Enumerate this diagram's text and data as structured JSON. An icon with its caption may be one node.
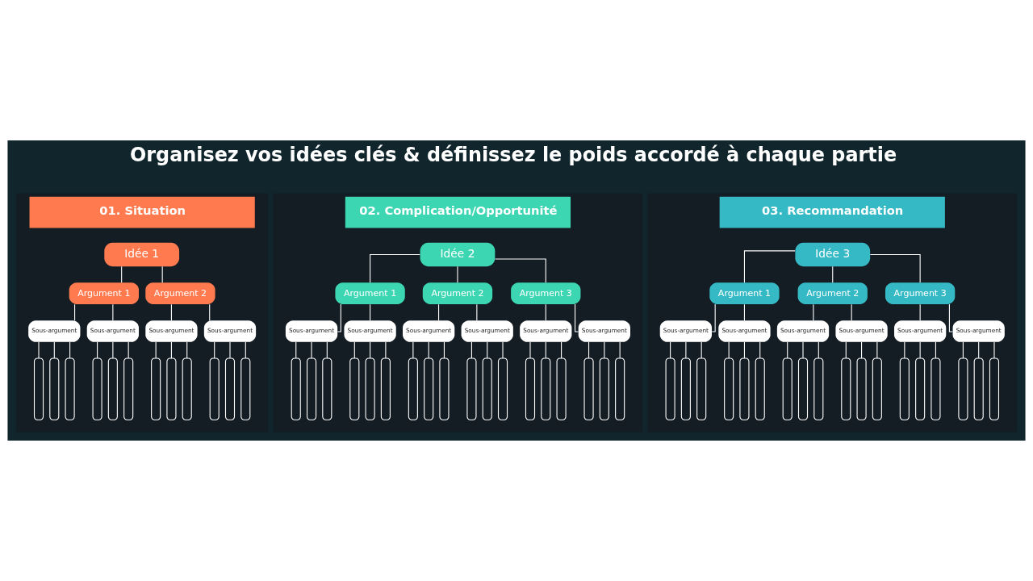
{
  "diagram": {
    "title": "Organisez vos idées clés & définissez le poids accordé à chaque partie",
    "nodes": [
      {
        "text": [
          "01. Situation"
        ]
      },
      {
        "text": [
          "Idée 1"
        ],
        "in": 0
      },
      {
        "text": [
          "Argument 1"
        ],
        "in": 0
      },
      {
        "text": [
          "Argument 2"
        ],
        "in": 0
      },
      {
        "text": [
          "Sous-argument"
        ],
        "in": 0
      },
      {
        "text": [
          "Sous-argument"
        ],
        "in": 0
      },
      {
        "text": [
          "Sous-argument"
        ],
        "in": 0
      },
      {
        "text": [
          "Sous-argument"
        ],
        "in": 0
      },
      {
        "text": [],
        "shape": "bar",
        "in": 0
      },
      {
        "text": [],
        "shape": "bar",
        "in": 0
      },
      {
        "text": [],
        "shape": "bar",
        "in": 0
      },
      {
        "text": [],
        "shape": "bar",
        "in": 0
      },
      {
        "text": [],
        "shape": "bar",
        "in": 0
      },
      {
        "text": [],
        "shape": "bar",
        "in": 0
      },
      {
        "text": [],
        "shape": "bar",
        "in": 0
      },
      {
        "text": [],
        "shape": "bar",
        "in": 0
      },
      {
        "text": [],
        "shape": "bar",
        "in": 0
      },
      {
        "text": [],
        "shape": "bar",
        "in": 0
      },
      {
        "text": [],
        "shape": "bar",
        "in": 0
      },
      {
        "text": [],
        "shape": "bar",
        "in": 0
      },
      {
        "text": [
          "02. Complication/Opportunité"
        ]
      },
      {
        "text": [
          "Idée 2"
        ],
        "in": 20
      },
      {
        "text": [
          "Argument 1"
        ],
        "in": 20
      },
      {
        "text": [
          "Argument 2"
        ],
        "in": 20
      },
      {
        "text": [
          "Argument 3"
        ],
        "in": 20
      },
      {
        "text": [
          "Sous-argument"
        ],
        "in": 20
      },
      {
        "text": [
          "Sous-argument"
        ],
        "in": 20
      },
      {
        "text": [
          "Sous-argument"
        ],
        "in": 20
      },
      {
        "text": [
          "Sous-argument"
        ],
        "in": 20
      },
      {
        "text": [
          "Sous-argument"
        ],
        "in": 20
      },
      {
        "text": [
          "Sous-argument"
        ],
        "in": 20
      },
      {
        "text": [],
        "shape": "bar",
        "in": 20
      },
      {
        "text": [],
        "shape": "bar",
        "in": 20
      },
      {
        "text": [],
        "shape": "bar",
        "in": 20
      },
      {
        "text": [],
        "shape": "bar",
        "in": 20
      },
      {
        "text": [],
        "shape": "bar",
        "in": 20
      },
      {
        "text": [],
        "shape": "bar",
        "in": 20
      },
      {
        "text": [],
        "shape": "bar",
        "in": 20
      },
      {
        "text": [],
        "shape": "bar",
        "in": 20
      },
      {
        "text": [],
        "shape": "bar",
        "in": 20
      },
      {
        "text": [],
        "shape": "bar",
        "in": 20
      },
      {
        "text": [],
        "shape": "bar",
        "in": 20
      },
      {
        "text": [],
        "shape": "bar",
        "in": 20
      },
      {
        "text": [],
        "shape": "bar",
        "in": 20
      },
      {
        "text": [],
        "shape": "bar",
        "in": 20
      },
      {
        "text": [],
        "shape": "bar",
        "in": 20
      },
      {
        "text": [],
        "shape": "bar",
        "in": 20
      },
      {
        "text": [],
        "shape": "bar",
        "in": 20
      },
      {
        "text": [],
        "shape": "bar",
        "in": 20
      },
      {
        "text": [
          "03. Recommandation"
        ]
      },
      {
        "text": [
          "Idée 3"
        ],
        "in": 49
      },
      {
        "text": [
          "Argument 1"
        ],
        "in": 49
      },
      {
        "text": [
          "Argument 2"
        ],
        "in": 49
      },
      {
        "text": [
          "Argument 3"
        ],
        "in": 49
      },
      {
        "text": [
          "Sous-argument"
        ],
        "in": 49
      },
      {
        "text": [
          "Sous-argument"
        ],
        "in": 49
      },
      {
        "text": [
          "Sous-argument"
        ],
        "in": 49
      },
      {
        "text": [
          "Sous-argument"
        ],
        "in": 49
      },
      {
        "text": [
          "Sous-argument"
        ],
        "in": 49
      },
      {
        "text": [
          "Sous-argument"
        ],
        "in": 49
      },
      {
        "text": [],
        "shape": "bar",
        "in": 49
      },
      {
        "text": [],
        "shape": "bar",
        "in": 49
      },
      {
        "text": [],
        "shape": "bar",
        "in": 49
      },
      {
        "text": [],
        "shape": "bar",
        "in": 49
      },
      {
        "text": [],
        "shape": "bar",
        "in": 49
      },
      {
        "text": [],
        "shape": "bar",
        "in": 49
      },
      {
        "text": [],
        "shape": "bar",
        "in": 49
      },
      {
        "text": [],
        "shape": "bar",
        "in": 49
      },
      {
        "text": [],
        "shape": "bar",
        "in": 49
      },
      {
        "text": [],
        "shape": "bar",
        "in": 49
      },
      {
        "text": [],
        "shape": "bar",
        "in": 49
      },
      {
        "text": [],
        "shape": "bar",
        "in": 49
      },
      {
        "text": [],
        "shape": "bar",
        "in": 49
      },
      {
        "text": [],
        "shape": "bar",
        "in": 49
      },
      {
        "text": [],
        "shape": "bar",
        "in": 49
      },
      {
        "text": [],
        "shape": "bar",
        "in": 49
      },
      {
        "text": [],
        "shape": "bar",
        "in": 49
      },
      {
        "text": [],
        "shape": "bar",
        "in": 49
      }
    ],
    "edges": [
      {
        "from": 1,
        "to": 2,
        "arrow": "none"
      },
      {
        "from": 1,
        "to": 3,
        "arrow": "none"
      },
      {
        "from": 2,
        "to": 4,
        "arrow": "none"
      },
      {
        "from": 2,
        "to": 5,
        "arrow": "none"
      },
      {
        "from": 3,
        "to": 6,
        "arrow": "none"
      },
      {
        "from": 3,
        "to": 7,
        "arrow": "none"
      },
      {
        "from": 4,
        "to": 8,
        "arrow": "none"
      },
      {
        "from": 4,
        "to": 9,
        "arrow": "none"
      },
      {
        "from": 4,
        "to": 10,
        "arrow": "none"
      },
      {
        "from": 5,
        "to": 11,
        "arrow": "none"
      },
      {
        "from": 5,
        "to": 12,
        "arrow": "none"
      },
      {
        "from": 5,
        "to": 13,
        "arrow": "none"
      },
      {
        "from": 6,
        "to": 14,
        "arrow": "none"
      },
      {
        "from": 6,
        "to": 15,
        "arrow": "none"
      },
      {
        "from": 6,
        "to": 16,
        "arrow": "none"
      },
      {
        "from": 7,
        "to": 17,
        "arrow": "none"
      },
      {
        "from": 7,
        "to": 18,
        "arrow": "none"
      },
      {
        "from": 7,
        "to": 19,
        "arrow": "none"
      },
      {
        "from": 21,
        "to": 22,
        "arrow": "none"
      },
      {
        "from": 21,
        "to": 23,
        "arrow": "none"
      },
      {
        "from": 21,
        "to": 24,
        "arrow": "none"
      },
      {
        "from": 22,
        "to": 25,
        "arrow": "none"
      },
      {
        "from": 22,
        "to": 26,
        "arrow": "none"
      },
      {
        "from": 23,
        "to": 27,
        "arrow": "none"
      },
      {
        "from": 23,
        "to": 28,
        "arrow": "none"
      },
      {
        "from": 24,
        "to": 29,
        "arrow": "none"
      },
      {
        "from": 24,
        "to": 30,
        "arrow": "none"
      },
      {
        "from": 25,
        "to": 31,
        "arrow": "none"
      },
      {
        "from": 25,
        "to": 32,
        "arrow": "none"
      },
      {
        "from": 25,
        "to": 33,
        "arrow": "none"
      },
      {
        "from": 26,
        "to": 34,
        "arrow": "none"
      },
      {
        "from": 26,
        "to": 35,
        "arrow": "none"
      },
      {
        "from": 26,
        "to": 36,
        "arrow": "none"
      },
      {
        "from": 27,
        "to": 37,
        "arrow": "none"
      },
      {
        "from": 27,
        "to": 38,
        "arrow": "none"
      },
      {
        "from": 27,
        "to": 39,
        "arrow": "none"
      },
      {
        "from": 28,
        "to": 40,
        "arrow": "none"
      },
      {
        "from": 28,
        "to": 41,
        "arrow": "none"
      },
      {
        "from": 28,
        "to": 42,
        "arrow": "none"
      },
      {
        "from": 29,
        "to": 43,
        "arrow": "none"
      },
      {
        "from": 29,
        "to": 44,
        "arrow": "none"
      },
      {
        "from": 29,
        "to": 45,
        "arrow": "none"
      },
      {
        "from": 30,
        "to": 46,
        "arrow": "none"
      },
      {
        "from": 30,
        "to": 47,
        "arrow": "none"
      },
      {
        "from": 30,
        "to": 48,
        "arrow": "none"
      },
      {
        "from": 50,
        "to": 51,
        "arrow": "none"
      },
      {
        "from": 50,
        "to": 52,
        "arrow": "none"
      },
      {
        "from": 50,
        "to": 53,
        "arrow": "none"
      },
      {
        "from": 51,
        "to": 54,
        "arrow": "none"
      },
      {
        "from": 51,
        "to": 55,
        "arrow": "none"
      },
      {
        "from": 52,
        "to": 56,
        "arrow": "none"
      },
      {
        "from": 52,
        "to": 57,
        "arrow": "none"
      },
      {
        "from": 53,
        "to": 58,
        "arrow": "none"
      },
      {
        "from": 53,
        "to": 59,
        "arrow": "none"
      },
      {
        "from": 54,
        "to": 60,
        "arrow": "none"
      },
      {
        "from": 54,
        "to": 61,
        "arrow": "none"
      },
      {
        "from": 54,
        "to": 62,
        "arrow": "none"
      },
      {
        "from": 55,
        "to": 63,
        "arrow": "none"
      },
      {
        "from": 55,
        "to": 64,
        "arrow": "none"
      },
      {
        "from": 55,
        "to": 65,
        "arrow": "none"
      },
      {
        "from": 56,
        "to": 66,
        "arrow": "none"
      },
      {
        "from": 56,
        "to": 67,
        "arrow": "none"
      },
      {
        "from": 56,
        "to": 68,
        "arrow": "none"
      },
      {
        "from": 57,
        "to": 69,
        "arrow": "none"
      },
      {
        "from": 57,
        "to": 70,
        "arrow": "none"
      },
      {
        "from": 57,
        "to": 71,
        "arrow": "none"
      },
      {
        "from": 58,
        "to": 72,
        "arrow": "none"
      },
      {
        "from": 58,
        "to": 73,
        "arrow": "none"
      },
      {
        "from": 58,
        "to": 74,
        "arrow": "none"
      },
      {
        "from": 59,
        "to": 75,
        "arrow": "none"
      },
      {
        "from": 59,
        "to": 76,
        "arrow": "none"
      },
      {
        "from": 59,
        "to": 77,
        "arrow": "none"
      }
    ]
  }
}
